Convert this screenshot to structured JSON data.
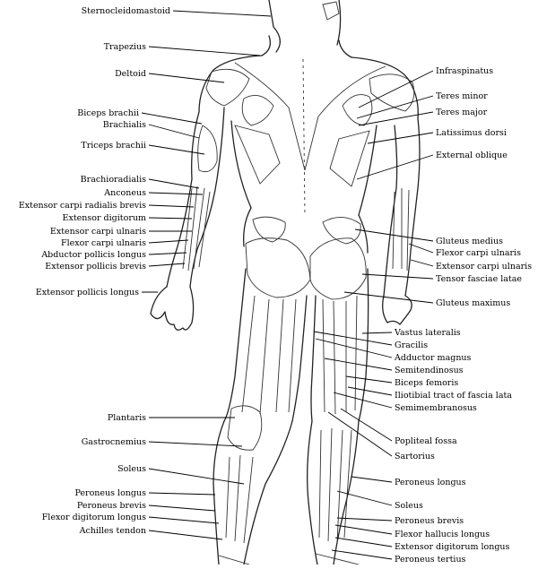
{
  "figure": "posterior-muscles",
  "colors": {
    "ink": "#000000",
    "paper": "#ffffff"
  },
  "labels_left": [
    {
      "key": "sternocleidomastoid",
      "text": "Sternocleidomastoid"
    },
    {
      "key": "trapezius",
      "text": "Trapezius"
    },
    {
      "key": "deltoid",
      "text": "Deltoid"
    },
    {
      "key": "biceps_brachii",
      "text": "Biceps brachii"
    },
    {
      "key": "brachialis",
      "text": "Brachialis"
    },
    {
      "key": "triceps_brachii",
      "text": "Triceps brachii"
    },
    {
      "key": "brachioradialis",
      "text": "Brachioradialis"
    },
    {
      "key": "anconeus",
      "text": "Anconeus"
    },
    {
      "key": "ext_carpi_rad_brevis",
      "text": "Extensor carpi radialis brevis"
    },
    {
      "key": "ext_digitorum",
      "text": "Extensor digitorum"
    },
    {
      "key": "ext_carpi_ulnaris_l",
      "text": "Extensor carpi ulnaris"
    },
    {
      "key": "flex_carpi_ulnaris_l",
      "text": "Flexor carpi ulnaris"
    },
    {
      "key": "abd_pollicis_longus",
      "text": "Abductor pollicis longus"
    },
    {
      "key": "ext_pollicis_brevis",
      "text": "Extensor pollicis brevis"
    },
    {
      "key": "ext_pollicis_longus",
      "text": "Extensor pollicis longus"
    },
    {
      "key": "plantaris",
      "text": "Plantaris"
    },
    {
      "key": "gastrocnemius",
      "text": "Gastrocnemius"
    },
    {
      "key": "soleus_l",
      "text": "Soleus"
    },
    {
      "key": "peroneus_longus_l",
      "text": "Peroneus longus"
    },
    {
      "key": "peroneus_brevis_l",
      "text": "Peroneus brevis"
    },
    {
      "key": "flex_dig_longus",
      "text": "Flexor digitorum longus"
    },
    {
      "key": "achilles",
      "text": "Achilles tendon"
    }
  ],
  "labels_right": [
    {
      "key": "infraspinatus",
      "text": "Infraspinatus"
    },
    {
      "key": "teres_minor",
      "text": "Teres minor"
    },
    {
      "key": "teres_major",
      "text": "Teres major"
    },
    {
      "key": "latissimus",
      "text": "Latissimus dorsi"
    },
    {
      "key": "ext_oblique",
      "text": "External oblique"
    },
    {
      "key": "gluteus_medius",
      "text": "Gluteus medius"
    },
    {
      "key": "flex_carpi_ulnaris_r",
      "text": "Flexor carpi ulnaris"
    },
    {
      "key": "ext_carpi_ulnaris_r",
      "text": "Extensor carpi ulnaris"
    },
    {
      "key": "tensor_fasciae",
      "text": "Tensor fasciae latae"
    },
    {
      "key": "gluteus_maximus",
      "text": "Gluteus maximus"
    },
    {
      "key": "vastus_lateralis",
      "text": "Vastus lateralis"
    },
    {
      "key": "gracilis",
      "text": "Gracilis"
    },
    {
      "key": "adductor_magnus",
      "text": "Adductor magnus"
    },
    {
      "key": "semitendinosus",
      "text": "Semitendinosus"
    },
    {
      "key": "biceps_femoris",
      "text": "Biceps femoris"
    },
    {
      "key": "iliotibial",
      "text": "Iliotibial tract of fascia lata"
    },
    {
      "key": "semimembranosus",
      "text": "Semimembranosus"
    },
    {
      "key": "popliteal",
      "text": "Popliteal fossa"
    },
    {
      "key": "sartorius",
      "text": "Sartorius"
    },
    {
      "key": "peroneus_longus_r",
      "text": "Peroneus longus"
    },
    {
      "key": "soleus_r",
      "text": "Soleus"
    },
    {
      "key": "peroneus_brevis_r",
      "text": "Peroneus brevis"
    },
    {
      "key": "flex_hallucis",
      "text": "Flexor hallucis longus"
    },
    {
      "key": "ext_dig_longus",
      "text": "Extensor digitorum longus"
    },
    {
      "key": "peroneus_tertius",
      "text": "Peroneus tertius"
    }
  ]
}
